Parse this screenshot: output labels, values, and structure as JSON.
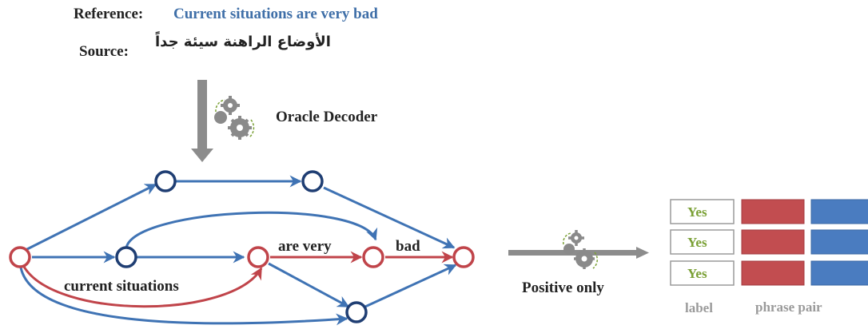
{
  "reference": {
    "label": "Reference:",
    "text": "Current situations are very bad"
  },
  "source": {
    "label": "Source:",
    "text": "الأوضاع الراهنة سيئة جداً"
  },
  "decoder": {
    "label": "Oracle Decoder"
  },
  "lattice": {
    "edge_labels": [
      "are very",
      "bad",
      "current situations"
    ]
  },
  "filter": {
    "label": "Positive only"
  },
  "output": {
    "rows": [
      "Yes",
      "Yes",
      "Yes"
    ],
    "label_caption": "label",
    "pair_caption": "phrase pair"
  },
  "colors": {
    "blue_path": "#3f73b4",
    "red_path": "#c0444a",
    "red_cell": "#c24d50",
    "blue_cell": "#4a7cc0",
    "label_text": "#7aa035",
    "arrow_grey": "#8c8c8c"
  }
}
